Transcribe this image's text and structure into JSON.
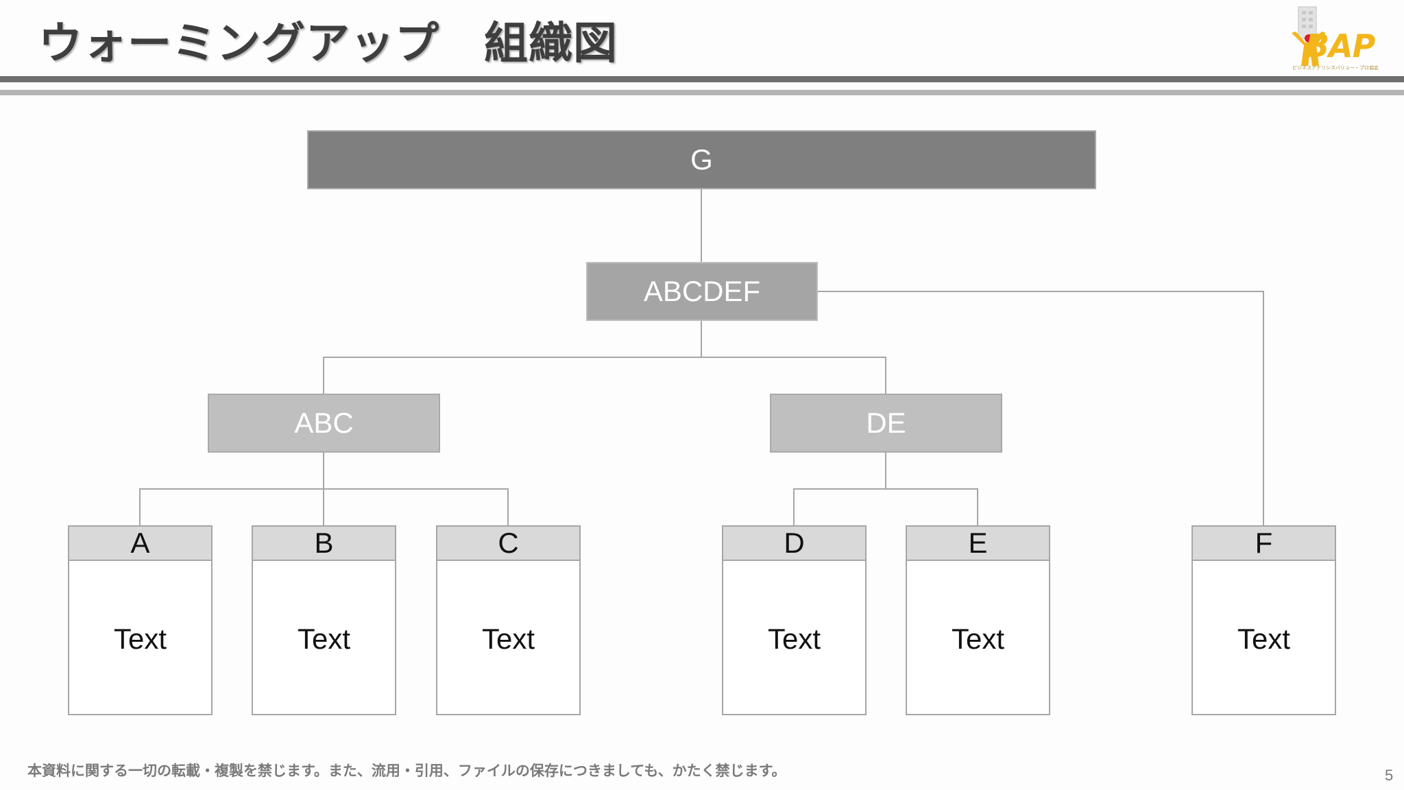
{
  "header": {
    "title": "ウォーミングアップ　組織図"
  },
  "logo": {
    "text": "BAP",
    "subtitle": "ビジネスアナリシスバリュー・プロ協会",
    "icon": "building-person-logo"
  },
  "org": {
    "top": "G",
    "level2": "ABCDEF",
    "level3": [
      "ABC",
      "DE"
    ],
    "units": [
      {
        "head": "A",
        "body": "Text"
      },
      {
        "head": "B",
        "body": "Text"
      },
      {
        "head": "C",
        "body": "Text"
      },
      {
        "head": "D",
        "body": "Text"
      },
      {
        "head": "E",
        "body": "Text"
      },
      {
        "head": "F",
        "body": "Text"
      }
    ]
  },
  "footer": {
    "notice": "本資料に関する一切の転載・複製を禁じます。また、流用・引用、ファイルの保存につきましても、かたく禁じます。",
    "page": "5"
  },
  "colors": {
    "top_fill": "#7f7f7f",
    "level2_fill": "#a5a5a5",
    "level3_fill": "#bfbfbf",
    "card_head_fill": "#d9d9d9",
    "connector": "#a6a6a6"
  }
}
